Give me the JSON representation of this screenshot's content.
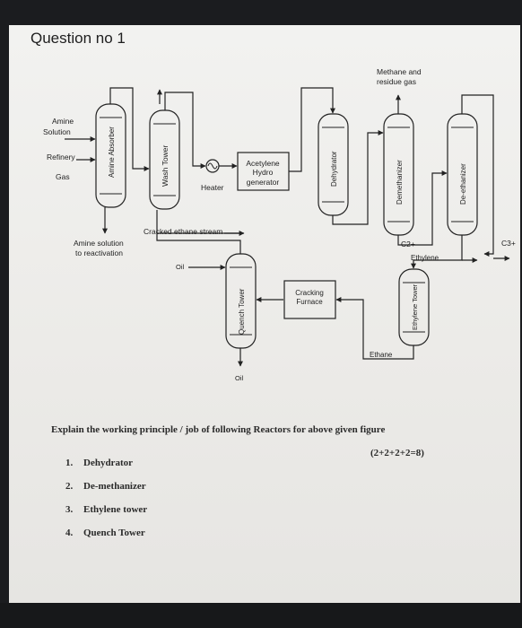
{
  "question_title": "Question no 1",
  "diagram": {
    "labels": {
      "amine_solution": [
        "Amine",
        "Solution"
      ],
      "refinery_gas": [
        "Refinery",
        "Gas"
      ],
      "amine_absorber": "Amine Absorber",
      "wash_tower": "Wash Tower",
      "heater": "Heater",
      "acetylene_generator": [
        "Acetylene",
        "Hydro",
        "generator"
      ],
      "dehydrator": "Dehydrator",
      "methane_residue": [
        "Methane and",
        "residue gas"
      ],
      "demethanizer": "Demethanizer",
      "de_ethanizer": "De-ethanizer",
      "cracked_ethane": "Cracked ethane stream",
      "amine_reactivation": [
        "Amine solution",
        "to reactivation"
      ],
      "oil_top": "Oil",
      "oil_bottom": "Oil",
      "quench_tower": "Quench Tower",
      "cracking_furnace": [
        "Cracking",
        "Furnace"
      ],
      "c2_plus": "C2+",
      "ethylene": "Ethylene",
      "c3_plus": "C3+",
      "ethylene_tower": "Ethylene Tower",
      "ethane": "Ethane"
    }
  },
  "instruction": "Explain the working principle / job of following Reactors for above given figure",
  "marks": "(2+2+2+2=8)",
  "items": [
    {
      "num": "1.",
      "text": "Dehydrator"
    },
    {
      "num": "2.",
      "text": "De-methanizer"
    },
    {
      "num": "3.",
      "text": "Ethylene tower"
    },
    {
      "num": "4.",
      "text": "Quench Tower"
    }
  ],
  "colors": {
    "paper": "#efefed",
    "ink": "#202020",
    "background": "#1b1c1f"
  }
}
